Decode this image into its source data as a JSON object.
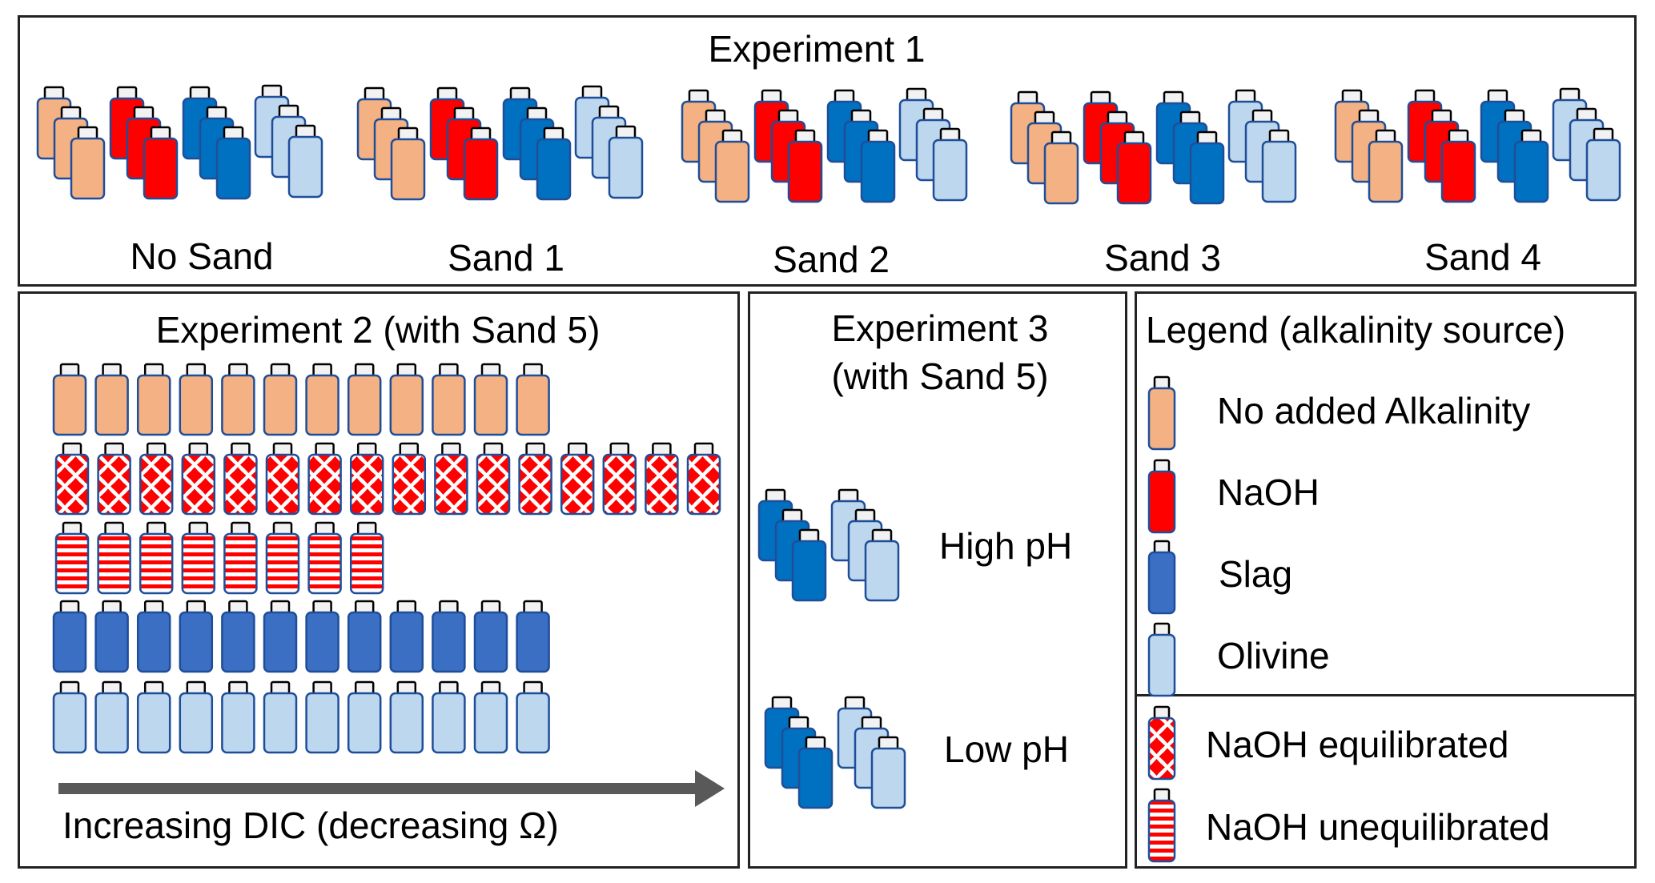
{
  "colors": {
    "no_alkalinity": "#F4B183",
    "naoh": "#FF0000",
    "slag": "#3A6FC4",
    "slag_dark": "#0070C0",
    "olivine": "#BDD7EE",
    "outline": "#1F4E99",
    "cap": "#F2F2F2",
    "arrow": "#595959"
  },
  "experiment1": {
    "title": "Experiment 1",
    "groups": [
      {
        "label": "No Sand",
        "stacks": [
          "no_alkalinity",
          "naoh",
          "slag_dark",
          "olivine"
        ],
        "replicates": 3
      },
      {
        "label": "Sand 1",
        "stacks": [
          "no_alkalinity",
          "naoh",
          "slag_dark",
          "olivine"
        ],
        "replicates": 3
      },
      {
        "label": "Sand 2",
        "stacks": [
          "no_alkalinity",
          "naoh",
          "slag_dark",
          "olivine"
        ],
        "replicates": 3
      },
      {
        "label": "Sand 3",
        "stacks": [
          "no_alkalinity",
          "naoh",
          "slag_dark",
          "olivine"
        ],
        "replicates": 3
      },
      {
        "label": "Sand 4",
        "stacks": [
          "no_alkalinity",
          "naoh",
          "slag_dark",
          "olivine"
        ],
        "replicates": 3
      }
    ]
  },
  "experiment2": {
    "title": "Experiment 2 (with Sand 5)",
    "rows": [
      {
        "type": "no_alkalinity",
        "count": 12
      },
      {
        "type": "naoh_equilibrated",
        "count": 16
      },
      {
        "type": "naoh_unequilibrated",
        "count": 8
      },
      {
        "type": "slag",
        "count": 12
      },
      {
        "type": "olivine",
        "count": 12
      }
    ],
    "arrow_label": "Increasing DIC (decreasing Ω)"
  },
  "experiment3": {
    "title_line1": "Experiment 3",
    "title_line2": "(with Sand 5)",
    "conditions": [
      {
        "label": "High pH",
        "stacks": [
          "slag_dark",
          "olivine"
        ],
        "replicates": 3
      },
      {
        "label": "Low pH",
        "stacks": [
          "slag_dark",
          "olivine"
        ],
        "replicates": 3
      }
    ]
  },
  "legend": {
    "title": "Legend (alkalinity source)",
    "items": [
      {
        "type": "no_alkalinity",
        "label": "No added Alkalinity"
      },
      {
        "type": "naoh",
        "label": "NaOH"
      },
      {
        "type": "slag",
        "label": "Slag"
      },
      {
        "type": "olivine",
        "label": "Olivine"
      }
    ],
    "pattern_items": [
      {
        "type": "naoh_equilibrated",
        "label": "NaOH equilibrated"
      },
      {
        "type": "naoh_unequilibrated",
        "label": "NaOH unequilibrated"
      }
    ]
  }
}
